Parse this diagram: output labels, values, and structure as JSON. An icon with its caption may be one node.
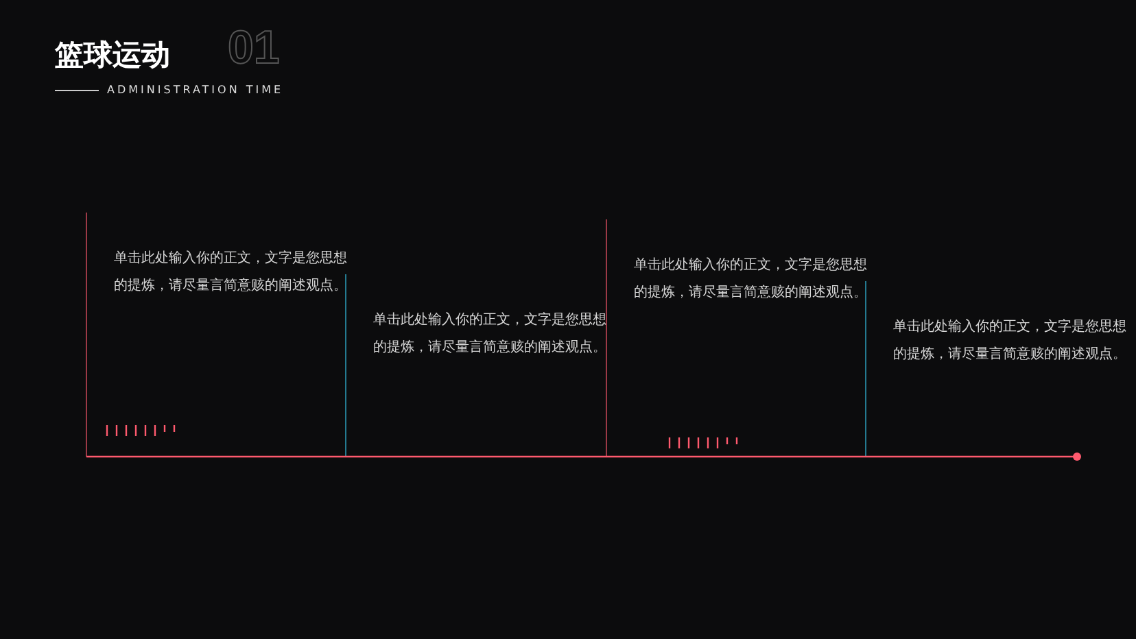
{
  "diagram": {
    "title": "篮球运动",
    "nodes": [
      {
        "text": [
          "单击此处输入你的正文，文字是您思想的提炼，请尽量言简意赅的阐述观点。"
        ]
      },
      {
        "text": [
          "单击此处输入你的正文，文字是您思想的提炼，请尽量言简意赅的阐述观点。"
        ]
      },
      {
        "text": [
          "单击此处输入你的正文，文字是您思想的提炼，请尽量言简意赅的阐述观点。"
        ]
      },
      {
        "text": [
          "单击此处输入你的正文，文字是您思想的提炼，请尽量言简意赅的阐述观点。"
        ]
      }
    ],
    "labels": [
      "01",
      "ADMINISTRATION TIME"
    ]
  }
}
